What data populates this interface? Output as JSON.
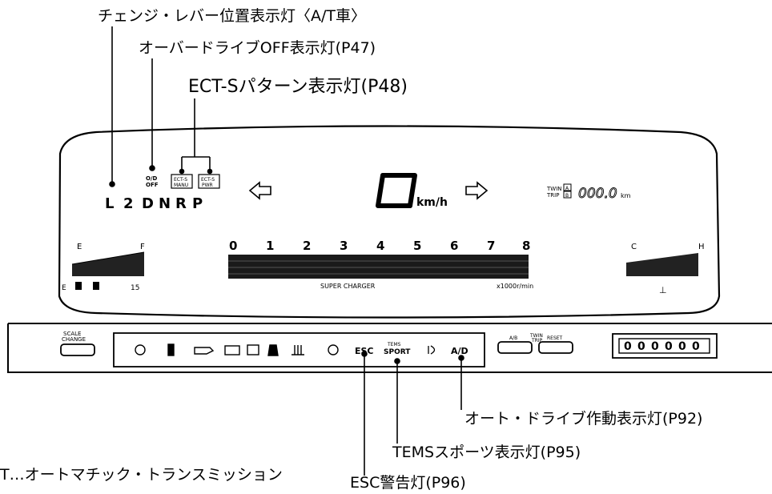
{
  "callouts": {
    "shift_lever": "チェンジ・レバー位置表示灯〈A/T車〉",
    "overdrive_off": "オーバードライブOFF表示灯(P47)",
    "ect_s_pattern": "ECT-Sパターン表示灯(P48)",
    "auto_drive": "オート・ドライブ作動表示灯(P92)",
    "tems_sport": "TEMSスポーツ表示灯(P95)",
    "esc_warning": "ESC警告灯(P96)"
  },
  "footnote": "T…オートマチック・トランスミッション",
  "cluster": {
    "gear_positions": [
      "L",
      "2",
      "D",
      "N",
      "R",
      "P"
    ],
    "od_off_label": [
      "O/D",
      "OFF"
    ],
    "ect_buttons": [
      [
        "ECT-S",
        "MANU"
      ],
      [
        "ECT-S",
        "PWR"
      ]
    ],
    "speed_value": "0",
    "speed_unit": "km/h",
    "trip_labels": [
      "TWIN",
      "TRIP"
    ],
    "trip_ab": [
      "A",
      "B"
    ],
    "odometer_value": "000.0",
    "odometer_unit": "km",
    "fuel_empty": "E",
    "fuel_full": "F",
    "fuel_bottom_e": "E",
    "fuel_bottom_15": "15",
    "tach_scale": [
      "0",
      "1",
      "2",
      "3",
      "4",
      "5",
      "6",
      "7",
      "8"
    ],
    "supercharger": "SUPER CHARGER",
    "tach_unit": "x1000r/min",
    "temp_cold": "C",
    "temp_hot": "H"
  },
  "panel": {
    "scale_change": [
      "SCALE",
      "CHANGE"
    ],
    "esc": "ESC",
    "tems_sport": [
      "TEMS",
      "SPORT"
    ],
    "ad": "A/D",
    "twin_trip": [
      "TWIN",
      "TRIP"
    ],
    "ab_button": "A/B",
    "reset_button": "RESET",
    "odometer_digits": [
      "0",
      "0",
      "0",
      "0",
      "0",
      "0"
    ]
  }
}
